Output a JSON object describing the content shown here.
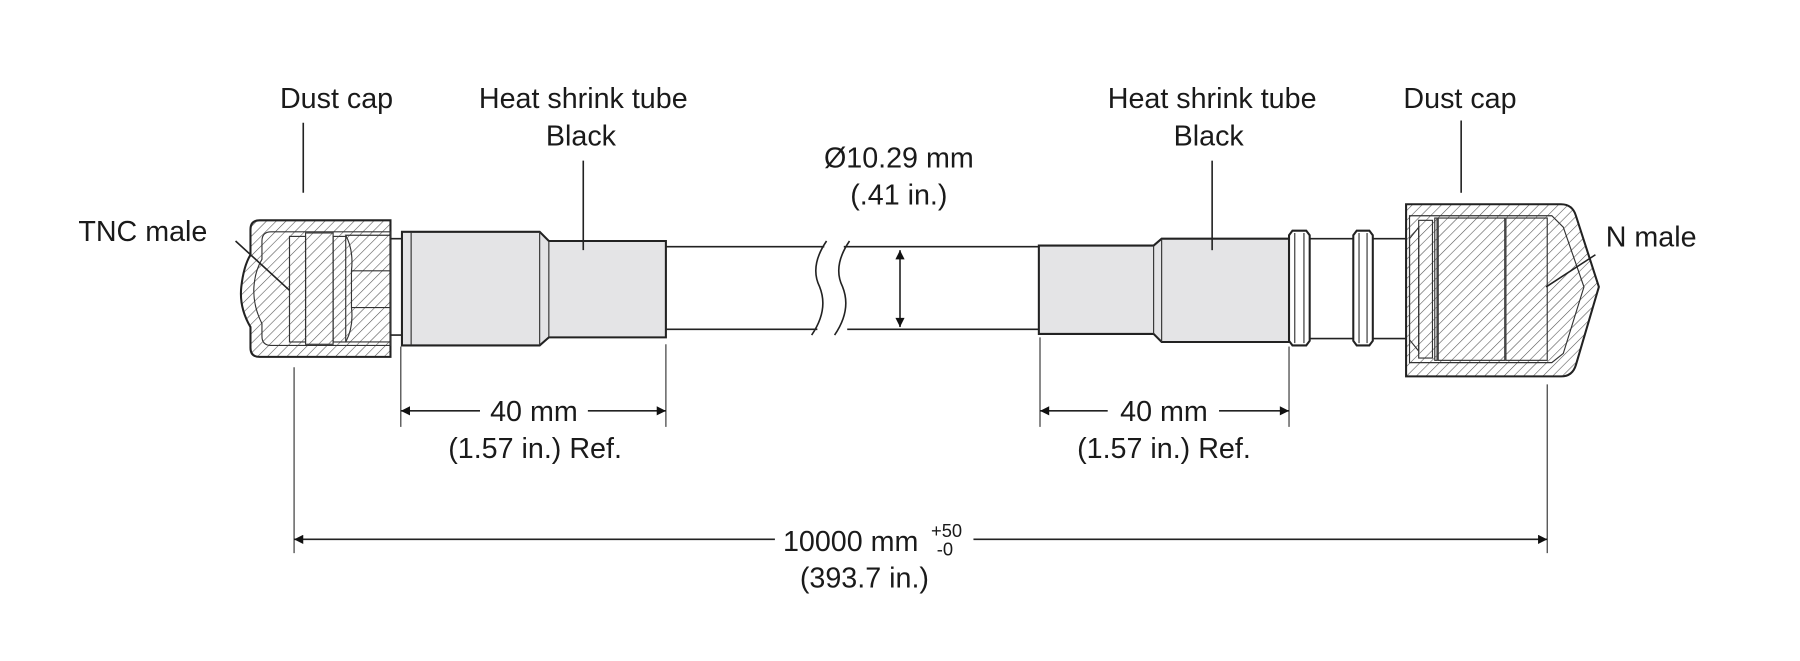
{
  "labels": {
    "left_dust_cap": "Dust cap",
    "left_heat_shrink_line1": "Heat shrink tube",
    "left_heat_shrink_line2": "Black",
    "diameter_mm": "Ø10.29 mm",
    "diameter_in": "(.41 in.)",
    "right_heat_shrink_line1": "Heat shrink tube",
    "right_heat_shrink_line2": "Black",
    "right_dust_cap": "Dust cap",
    "left_connector": "TNC male",
    "right_connector": "N male"
  },
  "dimensions": {
    "left_shrink_mm": "40 mm",
    "left_shrink_in": "(1.57 in.) Ref.",
    "right_shrink_mm": "40 mm",
    "right_shrink_in": "(1.57 in.) Ref.",
    "overall_mm": "10000 mm",
    "overall_tol_plus": "+50",
    "overall_tol_minus": "-0",
    "overall_in": "(393.7 in.)"
  },
  "colors": {
    "shrink_fill": "#e4e4e6",
    "line": "#222222"
  }
}
